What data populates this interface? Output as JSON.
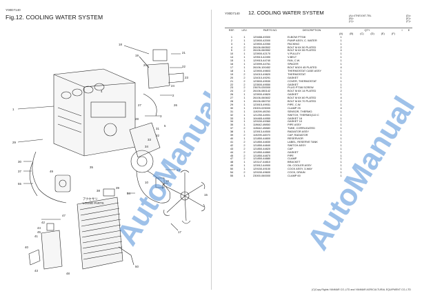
{
  "left_page": {
    "doc_code": "Y00D7140",
    "figure_title": "Fig.12.  COOLING WATER SYSTEM"
  },
  "right_page": {
    "doc_code": "Y00D7140",
    "title": "12.  COOLING WATER SYSTEM"
  },
  "model_box": {
    "line_a": "(A)=4TNE106T-TBL",
    "line_b": "(B)=",
    "line_c": "(C)=",
    "line_d": "(D)=",
    "line_e": "(E)=",
    "line_f": "(F)="
  },
  "table": {
    "headers": {
      "ref": "REF.",
      "lev": "LEV.",
      "part_no": "PARTS NO.",
      "description": "DESCRIPTION",
      "qty": "QTY",
      "i_col": "I",
      "e_col": "E"
    },
    "qty_columns": [
      "(A)",
      "(B)",
      "(C)",
      "(D)",
      "(E)",
      "(F)"
    ],
    "rows": [
      {
        "ref": "1",
        "lev": "1",
        "pno": "129488-49300",
        "desc": "ELBOW PTS/8",
        "q": "1"
      },
      {
        "ref": "2",
        "lev": "1",
        "pno": "123900-42000",
        "desc": "PUMP ASSY, C. WATER",
        "q": "1"
      },
      {
        "ref": "3",
        "lev": "1",
        "pno": "123900-42050",
        "desc": "PACKING",
        "q": "1"
      },
      {
        "ref": "4",
        "lev": "2",
        "pno": "26106-060502",
        "desc": "BOLT M 6X 50 PLATED",
        "q": "2"
      },
      {
        "ref": "5",
        "lev": "2",
        "pno": "26106-060552",
        "desc": "BOLT M 6X 55 PLATED",
        "q": "4"
      },
      {
        "ref": "10",
        "lev": "1",
        "pno": "123900-42170",
        "desc": "V-PULLEY",
        "q": "1"
      },
      {
        "ref": "14",
        "lev": "1",
        "pno": "129513-42490",
        "desc": "V-BELT",
        "q": "1"
      },
      {
        "ref": "15",
        "lev": "1",
        "pno": "129915-44740",
        "desc": "FAN, C.W.",
        "q": "1"
      },
      {
        "ref": "16",
        "lev": "1",
        "pno": "123999-44761",
        "desc": "SPACER",
        "q": "1"
      },
      {
        "ref": "17",
        "lev": "1",
        "pno": "26106-100452",
        "desc": "BOLT M10X 45 PLATED",
        "q": "4"
      },
      {
        "ref": "18",
        "lev": "1",
        "pno": "123900-49803",
        "desc": "THERMOSTAT CASE ASSY",
        "q": "1"
      },
      {
        "ref": "19",
        "lev": "2",
        "pno": "124010-49820",
        "desc": "THERMOSTAT",
        "q": "1"
      },
      {
        "ref": "20",
        "lev": "2",
        "pno": "124010-49291",
        "desc": "GASKET",
        "q": "1"
      },
      {
        "ref": "21",
        "lev": "2",
        "pno": "123500-49530",
        "desc": "COVER, THERMOSTAT",
        "q": "1"
      },
      {
        "ref": "22",
        "lev": "2",
        "pno": "123500-49550",
        "desc": "GASKET",
        "q": "1"
      },
      {
        "ref": "23",
        "lev": "2",
        "pno": "23676-030000",
        "desc": "PLUG PT3/8 SCREW",
        "q": "1"
      },
      {
        "ref": "24",
        "lev": "2",
        "pno": "26106-080142",
        "desc": "BOLT M 8X 14 PLATED",
        "q": "2"
      },
      {
        "ref": "26",
        "lev": "1",
        "pno": "123900-49820",
        "desc": "GASKET",
        "q": "1"
      },
      {
        "ref": "27",
        "lev": "1",
        "pno": "26106-060602",
        "desc": "BOLT M 6X 60 PLATED",
        "q": "4"
      },
      {
        "ref": "28",
        "lev": "1",
        "pno": "26106-080702",
        "desc": "BOLT M 8X 70 PLATED",
        "q": "2"
      },
      {
        "ref": "29",
        "lev": "1",
        "pno": "123915-49931",
        "desc": "PIPE, C.W.",
        "q": "1"
      },
      {
        "ref": "30",
        "lev": "1",
        "pno": "23003-025000",
        "desc": "CLAMP 25",
        "q": "4"
      },
      {
        "ref": "31",
        "lev": "1",
        "pno": "119299-49250",
        "desc": "SENSOR, THERMO.",
        "q": "1"
      },
      {
        "ref": "32",
        "lev": "1",
        "pno": "121250-44901",
        "desc": "SWITCH, THERMO(110 C",
        "q": "1"
      },
      {
        "ref": "33",
        "lev": "1",
        "pno": "104465-44950",
        "desc": "GASKET 16",
        "q": "1"
      },
      {
        "ref": "34",
        "lev": "1",
        "pno": "129150-49360",
        "desc": "GASKET 10",
        "q": "1"
      },
      {
        "ref": "35",
        "lev": "1",
        "pno": "119642-49850",
        "desc": "PIPE ASSY",
        "q": "1"
      },
      {
        "ref": "37",
        "lev": "2",
        "pno": "119642-49880",
        "desc": "TUBE, CORRUGATED",
        "q": "1"
      },
      {
        "ref": "38",
        "lev": "1",
        "pno": "123913-44500",
        "desc": "RADIATOR ASSY",
        "q": "1"
      },
      {
        "ref": "39",
        "lev": "2",
        "pno": "119299-44570",
        "desc": "CAP, RADIATOR",
        "q": "1"
      },
      {
        "ref": "40",
        "lev": "1",
        "pno": "121850-44800",
        "desc": "RESERVIOR",
        "q": "1"
      },
      {
        "ref": "41",
        "lev": "2",
        "pno": "121850-44830",
        "desc": "LABEL, RESERVE TANK",
        "q": "1"
      },
      {
        "ref": "42",
        "lev": "2",
        "pno": "121850-44840",
        "desc": "SWITCH ASSY",
        "q": "1"
      },
      {
        "ref": "43",
        "lev": "2",
        "pno": "121850-44820",
        "desc": "CAP",
        "q": "1"
      },
      {
        "ref": "44",
        "lev": "2",
        "pno": "121850-44860",
        "desc": "GASKET",
        "q": "1"
      },
      {
        "ref": "45",
        "lev": "2",
        "pno": "121850-44870",
        "desc": "PIPE",
        "q": "1"
      },
      {
        "ref": "47",
        "lev": "2",
        "pno": "121850-44880",
        "desc": "CLAMP",
        "q": "1"
      },
      {
        "ref": "48",
        "lev": "1",
        "pno": "120147-44810",
        "desc": "BRACKET",
        "q": "1"
      },
      {
        "ref": "49",
        "lev": "1",
        "pno": "123912-44900",
        "desc": "OIL COOLER ASSY",
        "q": "1"
      },
      {
        "ref": "50",
        "lev": "1",
        "pno": "129150-49100",
        "desc": "COCK ASSY, 3-WAY",
        "q": "1"
      },
      {
        "ref": "54",
        "lev": "2",
        "pno": "129150-49600",
        "desc": "COCK, DRAIN",
        "q": "1"
      },
      {
        "ref": "55",
        "lev": "1",
        "pno": "23000-060000",
        "desc": "CLAMP 60",
        "q": "1"
      }
    ]
  },
  "diagram": {
    "callouts": [
      "1",
      "2",
      "3",
      "4",
      "5",
      "10",
      "14",
      "15",
      "16",
      "17",
      "18",
      "19",
      "20",
      "21",
      "22",
      "23",
      "24",
      "26",
      "27",
      "28",
      "29",
      "30",
      "31",
      "32",
      "33",
      "34",
      "35",
      "37",
      "38",
      "39",
      "40",
      "41",
      "42",
      "43",
      "44",
      "45",
      "47",
      "48",
      "49",
      "50",
      "54",
      "55"
    ],
    "loose_parts_label_jp": "アクセサリ",
    "loose_parts_label": "LOOSE PARTS",
    "watermark": "AutoManual"
  },
  "copyright": "(C)Copy Rights YANMAR CO.,LTD and YANMAR AGRICULTURAL EQUIPMENT CO.,LTD"
}
